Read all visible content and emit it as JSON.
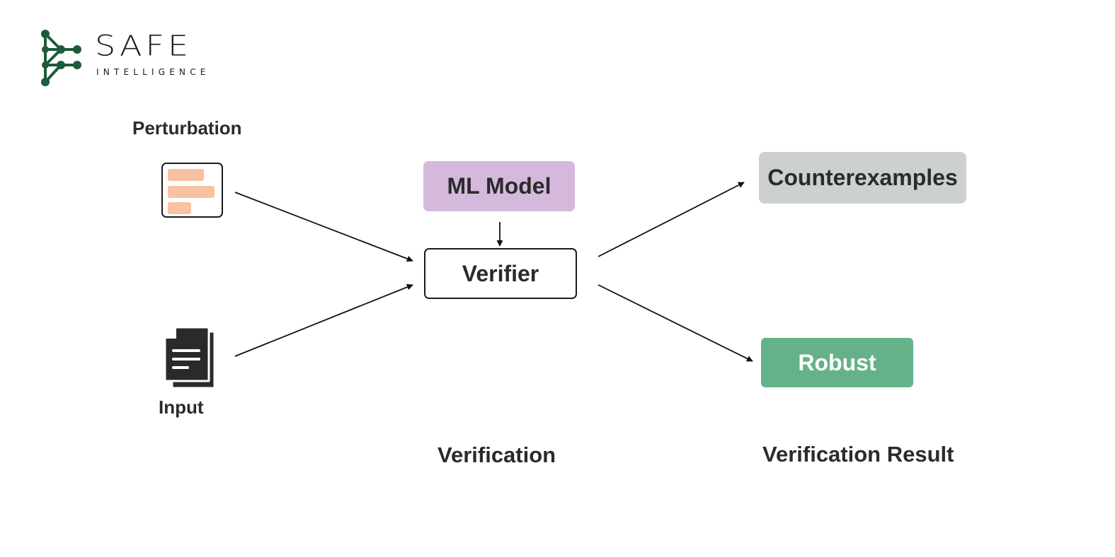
{
  "brand": {
    "name": "SAFE",
    "tagline": "INTELLIGENCE",
    "logo_color": "#1f5a3c"
  },
  "diagram": {
    "perturbation_label": "Perturbation",
    "input_label": "Input",
    "ml_model_label": "ML Model",
    "verifier_label": "Verifier",
    "counterexamples_label": "Counterexamples",
    "robust_label": "Robust",
    "verification_caption": "Verification",
    "verification_result_caption": "Verification Result"
  },
  "colors": {
    "ml_model": "#d4b9dd",
    "counterexamples": "#ccd0d1",
    "robust": "#65b28a",
    "perturbation_bars": "#f7c1a2",
    "text": "#2b2b2b"
  },
  "icons": {
    "perturbation": "perturbation-bars-icon",
    "input": "document-stack-icon",
    "logo": "network-node-logo-icon"
  }
}
